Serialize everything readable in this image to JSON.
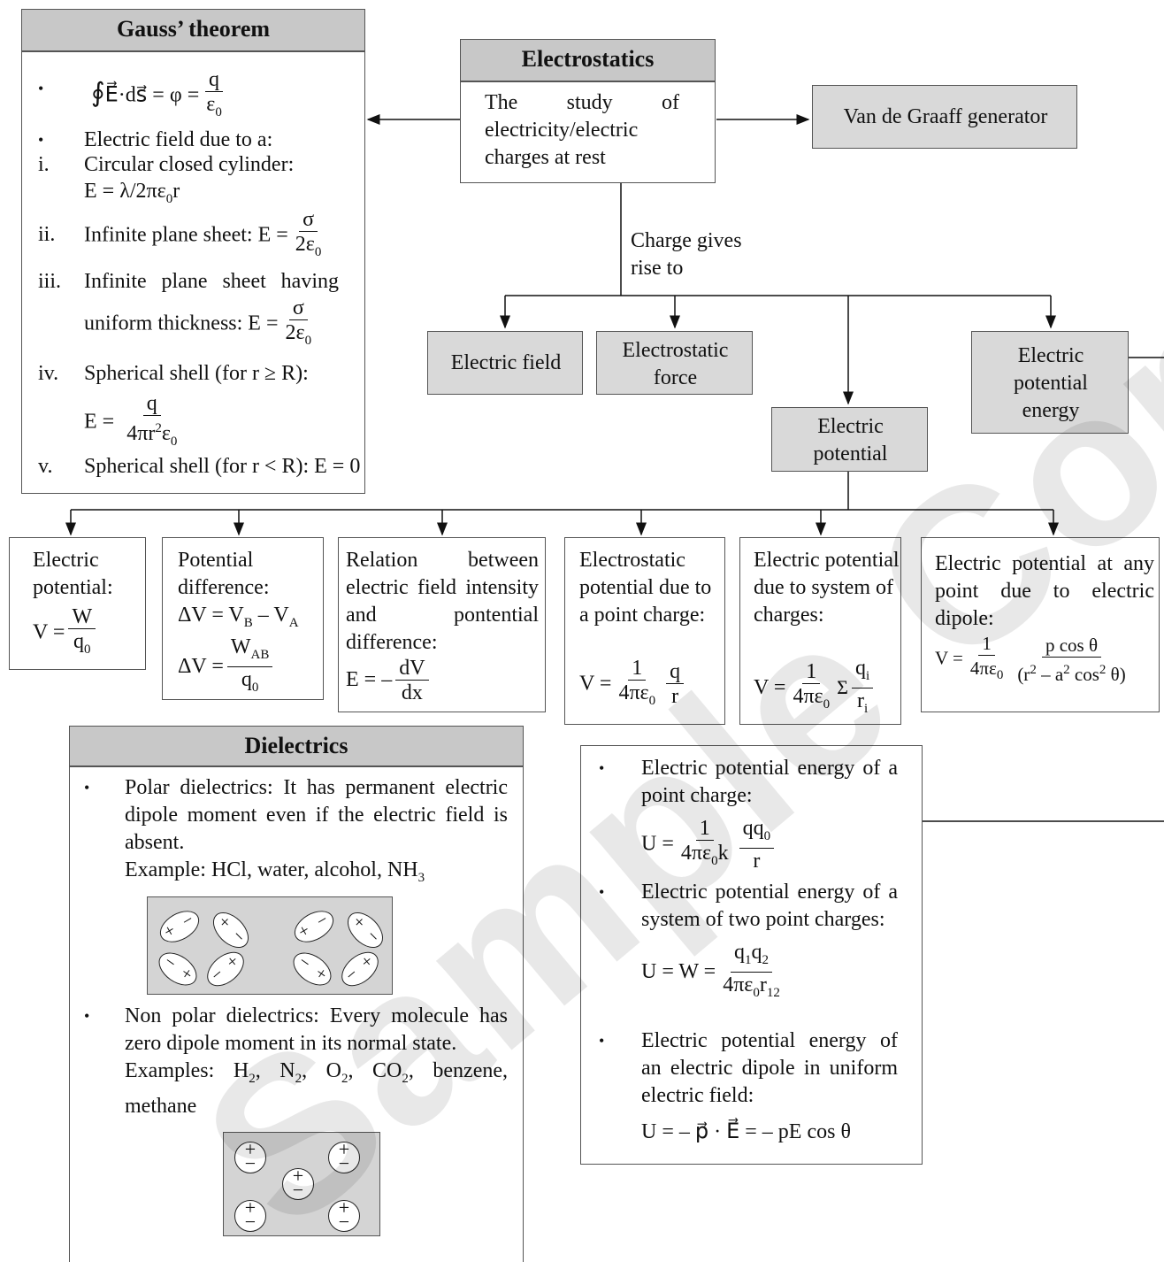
{
  "gauss": {
    "title": "Gauss’ theorem",
    "formula_num": "q",
    "formula_den": "ε0",
    "intro": "Electric field due to a:",
    "items": [
      {
        "num": "i.",
        "text": "Circular closed cylinder:",
        "formula": "E = λ/2πε0r"
      },
      {
        "num": "ii.",
        "text": "Infinite plane sheet: E =",
        "fnum": "σ",
        "fden": "2ε0"
      },
      {
        "num": "iii.",
        "text": "Infinite plane sheet having",
        "text2": "uniform thickness: E =",
        "fnum": "σ",
        "fden": "2ε0"
      },
      {
        "num": "iv.",
        "text": "Spherical shell (for r ≥ R):",
        "fnum": "q",
        "fden": "4πr²ε0"
      },
      {
        "num": "v.",
        "text": "Spherical shell (for r < R): E = 0"
      }
    ]
  },
  "root": {
    "title": "Electrostatics",
    "description": "The study of electricity/electric charges at rest"
  },
  "van_de_graaff": "Van de Graaff generator",
  "edge_label": "Charge gives rise to",
  "children": {
    "field": "Electric field",
    "force": "Electrostatic force",
    "potential": "Electric potential",
    "pe": "Electric potential energy"
  },
  "potential_cards": {
    "c1": {
      "title": "Electric potential:",
      "lhs": "V =",
      "num": "W",
      "den": "q0"
    },
    "c2": {
      "title": "Potential difference:",
      "line1": "ΔV = VB – VA",
      "lhs": "ΔV =",
      "num": "WAB",
      "den": "q0"
    },
    "c3": {
      "title": "Relation between electric field intensity and pontential difference:",
      "lhs": "E = –",
      "num": "dV",
      "den": "dx"
    },
    "c4": {
      "title": "Electrostatic potential due to a point charge:",
      "lhs": "V =",
      "num": "1",
      "den": "4πε0",
      "num2": "q",
      "den2": "r"
    },
    "c5": {
      "title": "Electric potential due to system of charges:",
      "lhs": "V =",
      "num": "1",
      "den": "4πε0",
      "num2": "qi",
      "den2": "ri"
    },
    "c6": {
      "title": "Electric potential at any point due to electric dipole:",
      "lhs": "V =",
      "num": "1",
      "den": "4πε0",
      "num2": "p cos θ",
      "den2": "(r² – a² cos² θ)"
    }
  },
  "dielectrics": {
    "title": "Dielectrics",
    "polar": "Polar dielectrics: It has permanent electric dipole moment even if the electric field is absent.",
    "polar_example": "Example: HCl, water, alcohol, NH3",
    "nonpolar": "Non polar dielectrics: Every molecule has zero dipole moment in its normal state.",
    "nonpolar_example": "Examples: H2, N2, O2, CO2, benzene, methane"
  },
  "energy": {
    "i1": "Electric potential energy of a point charge:",
    "f1_lhs": "U =",
    "f1_num": "1",
    "f1_den": "4πε0k",
    "f1_num2": "qq0",
    "f1_den2": "r",
    "i2": "Electric potential energy of a system of two point charges:",
    "f2_lhs": "U = W =",
    "f2_num": "q1q2",
    "f2_den": "4πε0r12",
    "i3": "Electric potential energy of an electric dipole in uniform electric field:",
    "f3": "U = – p · E = – pE cos θ"
  },
  "watermark": "Sample Content"
}
